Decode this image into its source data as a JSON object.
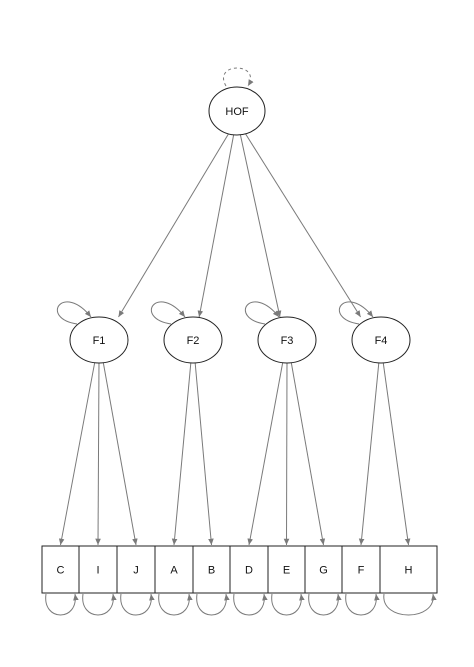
{
  "diagram": {
    "higher_order_factor": {
      "label": "HOF"
    },
    "factors": [
      {
        "label": "F1"
      },
      {
        "label": "F2"
      },
      {
        "label": "F3"
      },
      {
        "label": "F4"
      }
    ],
    "indicators": [
      {
        "label": "C"
      },
      {
        "label": "I"
      },
      {
        "label": "J"
      },
      {
        "label": "A"
      },
      {
        "label": "B"
      },
      {
        "label": "D"
      },
      {
        "label": "E"
      },
      {
        "label": "G"
      },
      {
        "label": "F"
      },
      {
        "label": "H"
      }
    ],
    "loadings": [
      {
        "from": "HOF",
        "to": "F1"
      },
      {
        "from": "HOF",
        "to": "F2"
      },
      {
        "from": "HOF",
        "to": "F3"
      },
      {
        "from": "HOF",
        "to": "F4"
      },
      {
        "from": "F1",
        "to": "C"
      },
      {
        "from": "F1",
        "to": "I"
      },
      {
        "from": "F1",
        "to": "J"
      },
      {
        "from": "F2",
        "to": "A"
      },
      {
        "from": "F2",
        "to": "B"
      },
      {
        "from": "F3",
        "to": "D"
      },
      {
        "from": "F3",
        "to": "E"
      },
      {
        "from": "F3",
        "to": "G"
      },
      {
        "from": "F4",
        "to": "F"
      },
      {
        "from": "F4",
        "to": "H"
      }
    ],
    "colors": {
      "edge": "#7a7a7a",
      "outline": "#222222",
      "background": "#ffffff"
    }
  }
}
